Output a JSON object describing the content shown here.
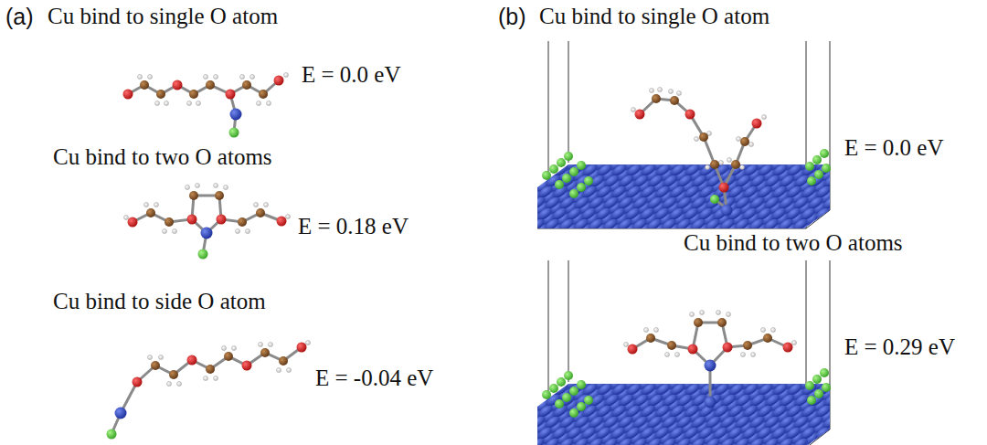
{
  "diagram": {
    "labels": [
      "(a)",
      "Cu bind to single O atom",
      "E = 0.0 eV",
      "Cu bind to two O atoms",
      "E = 0.18 eV",
      "Cu bind to side O atom",
      "E = -0.04 eV",
      "(b)",
      "Cu bind to single O atom",
      "E = 0.0 eV",
      "Cu bind to two O atoms",
      "E = 0.29 eV"
    ]
  }
}
